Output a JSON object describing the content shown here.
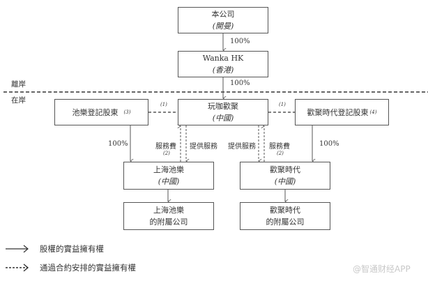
{
  "zones": {
    "offshore": "離岸",
    "onshore": "在岸"
  },
  "boxes": {
    "company": {
      "name": "本公司",
      "sub": "(開曼)"
    },
    "wanka_hk": {
      "name": "Wanka HK",
      "sub": "(香港)"
    },
    "chile_shareholders": {
      "name": "池樂登記股東",
      "note": "(3)"
    },
    "wanka_prc": {
      "name": "玩咖歡聚",
      "sub": "(中國)"
    },
    "huanju_shareholders": {
      "name": "歡聚時代登記股東",
      "note": "(4)"
    },
    "shanghai_chile": {
      "name": "上海池樂",
      "sub": "(中國)"
    },
    "huanju_shidai": {
      "name": "歡聚時代",
      "sub": "(中國)"
    },
    "shanghai_chile_subs": {
      "line1": "上海池樂",
      "line2": "的附屬公司"
    },
    "huanju_shidai_subs": {
      "line1": "歡聚時代",
      "line2": "的附屬公司"
    }
  },
  "edges": {
    "company_to_hk": "100%",
    "hk_to_wanka": "100%",
    "chile_sh_to_chile": "100%",
    "huanju_sh_to_huanju": "100%",
    "note_left_link": "(1)",
    "note_right_link": "(1)",
    "service_fee_left": "服務費",
    "service_fee_left_note": "(2)",
    "provide_service_left": "提供服務",
    "provide_service_right": "提供服務",
    "service_fee_right": "服務費",
    "service_fee_right_note": "(2)"
  },
  "legend": {
    "solid": "股權的實益擁有權",
    "dashed": "通過合約安排的實益擁有權"
  },
  "watermark": "@智通财经APP",
  "colors": {
    "line": "#555555",
    "text": "#333333",
    "watermark": "#c8c8c8"
  }
}
